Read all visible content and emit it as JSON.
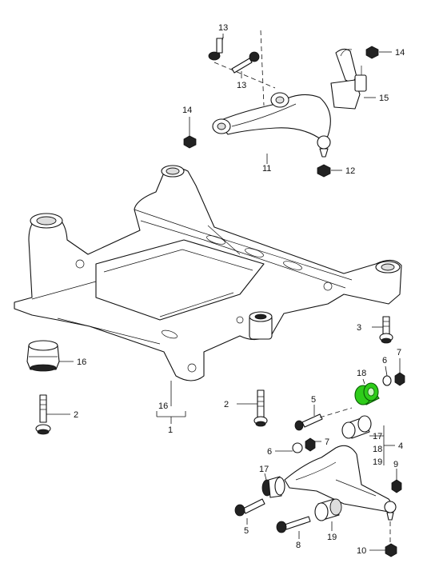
{
  "callouts": [
    {
      "id": "c13a",
      "text": "13"
    },
    {
      "id": "c13b",
      "text": "13"
    },
    {
      "id": "c14a",
      "text": "14"
    },
    {
      "id": "c14b",
      "text": "14"
    },
    {
      "id": "c15",
      "text": "15"
    },
    {
      "id": "c11",
      "text": "11"
    },
    {
      "id": "c12",
      "text": "12"
    },
    {
      "id": "c3",
      "text": "3"
    },
    {
      "id": "c16a",
      "text": "16"
    },
    {
      "id": "c2a",
      "text": "2"
    },
    {
      "id": "c16b",
      "text": "16"
    },
    {
      "id": "c1",
      "text": "1"
    },
    {
      "id": "c2b",
      "text": "2"
    },
    {
      "id": "c6a",
      "text": "6"
    },
    {
      "id": "c7a",
      "text": "7"
    },
    {
      "id": "c18a",
      "text": "18"
    },
    {
      "id": "c5a",
      "text": "5"
    },
    {
      "id": "c17a",
      "text": "17"
    },
    {
      "id": "c18b",
      "text": "18"
    },
    {
      "id": "c19a",
      "text": "19"
    },
    {
      "id": "c4",
      "text": "4"
    },
    {
      "id": "c6b",
      "text": "6"
    },
    {
      "id": "c7b",
      "text": "7"
    },
    {
      "id": "c17b",
      "text": "17"
    },
    {
      "id": "c9",
      "text": "9"
    },
    {
      "id": "c5b",
      "text": "5"
    },
    {
      "id": "c8",
      "text": "8"
    },
    {
      "id": "c19b",
      "text": "19"
    },
    {
      "id": "c10",
      "text": "10"
    }
  ],
  "highlight_color": "#2ecc1a"
}
